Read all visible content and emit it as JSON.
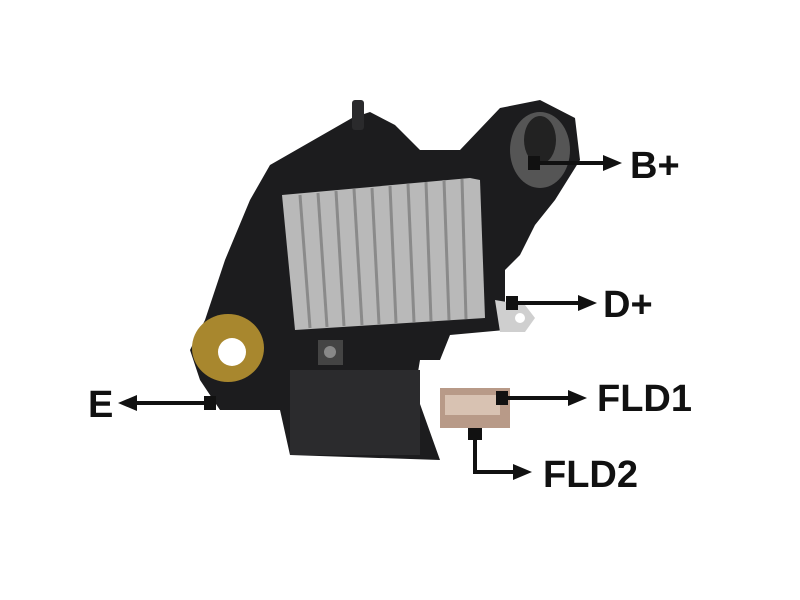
{
  "labels": {
    "b_plus": "B+",
    "d_plus": "D+",
    "e": "E",
    "fld1": "FLD1",
    "fld2": "FLD2"
  },
  "colors": {
    "body": "#1c1c1e",
    "heatsink": "#b9b9b9",
    "brass": "#a8872e",
    "arrow": "#111111"
  }
}
